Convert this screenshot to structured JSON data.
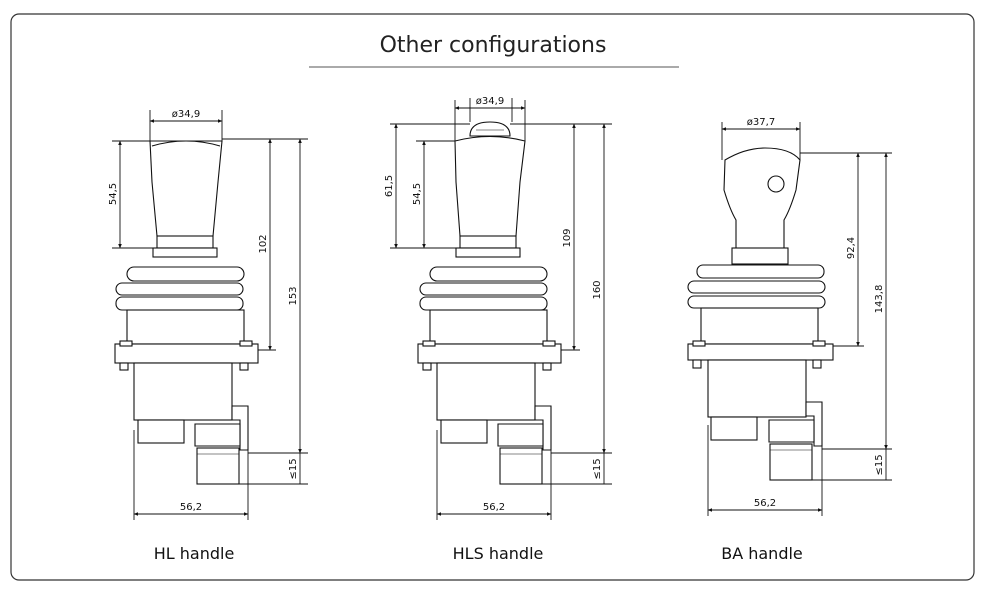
{
  "title": "Other configurations",
  "handles": [
    {
      "label": "HL handle",
      "dimensions": {
        "diameter": "ø34,9",
        "grip": "54,5",
        "upper": "102",
        "total": "153",
        "bottom": "≤15",
        "width": "56,2"
      }
    },
    {
      "label": "HLS handle",
      "dimensions": {
        "diameter": "ø34,9",
        "grip_outer": "61,5",
        "grip": "54,5",
        "upper": "109",
        "total": "160",
        "bottom": "≤15",
        "width": "56,2"
      }
    },
    {
      "label": "BA handle",
      "dimensions": {
        "diameter": "ø37,7",
        "upper": "92,4",
        "total": "143,8",
        "bottom": "≤15",
        "width": "56,2"
      }
    }
  ]
}
